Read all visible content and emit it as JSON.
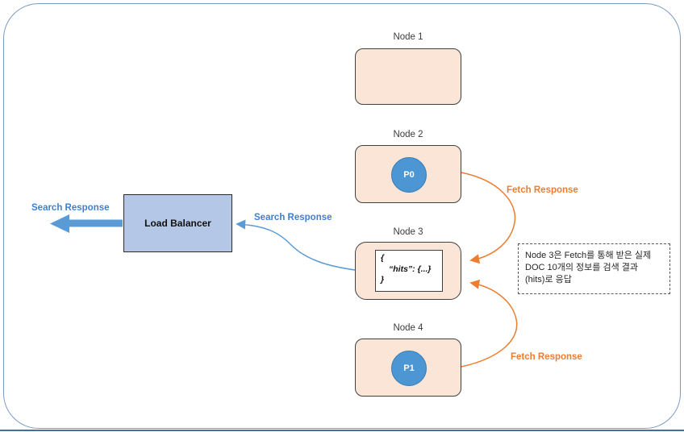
{
  "diagram": {
    "frame": {
      "border_color": "#7C9CC4",
      "bottom_line_color": "#41719C"
    },
    "colors": {
      "node_fill": "#FBE5D6",
      "node_border": "#404040",
      "shard_fill": "#4B96D3",
      "load_balancer_fill": "#B4C7E7",
      "blue_label": "#3E7FD6",
      "blue_arrow": "#5B9BD5",
      "orange": "#ED7D31"
    },
    "nodes": [
      {
        "label": "Node 1"
      },
      {
        "label": "Node 2",
        "shard": "P0"
      },
      {
        "label": "Node 3",
        "code": {
          "line1": "{",
          "line2": "“hits”: {...}",
          "line3": "}"
        }
      },
      {
        "label": "Node 4",
        "shard": "P1"
      }
    ],
    "load_balancer": {
      "label": "Load Balancer"
    },
    "labels": {
      "search_response_left": "Search Response",
      "search_response_mid": "Search Response",
      "fetch_response_upper": "Fetch Response",
      "fetch_response_lower": "Fetch Response"
    },
    "note": {
      "lines": {
        "l1": "Node 3은 Fetch를 통해 받은 실제",
        "l2": "DOC 10개의 정보를 검색 결과",
        "l3": "(hits)로 응답"
      }
    }
  }
}
